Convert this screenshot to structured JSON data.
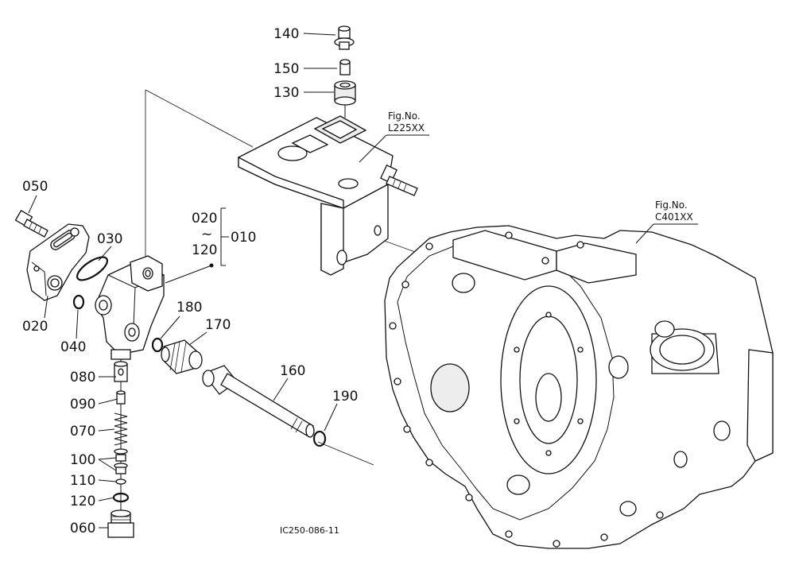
{
  "colors": {
    "ink": "#111111",
    "paper": "#ffffff",
    "shade": "#ededed"
  },
  "part_labels": {
    "p140": "140",
    "p150": "150",
    "p130": "130",
    "p050": "050",
    "p030": "030",
    "p020_top": "020",
    "p020": "020",
    "p010": "010",
    "p120_range": "120",
    "tilde": "~",
    "p040": "040",
    "p180": "180",
    "p170": "170",
    "p160": "160",
    "p190": "190",
    "p080": "080",
    "p090": "090",
    "p070": "070",
    "p100": "100",
    "p110": "110",
    "p120": "120",
    "p060": "060"
  },
  "figure_refs": {
    "fig1_title": "Fig.No.",
    "fig1_code": "L225XX",
    "fig2_title": "Fig.No.",
    "fig2_code": "C401XX"
  },
  "drawing_code": "IC250-086-11"
}
